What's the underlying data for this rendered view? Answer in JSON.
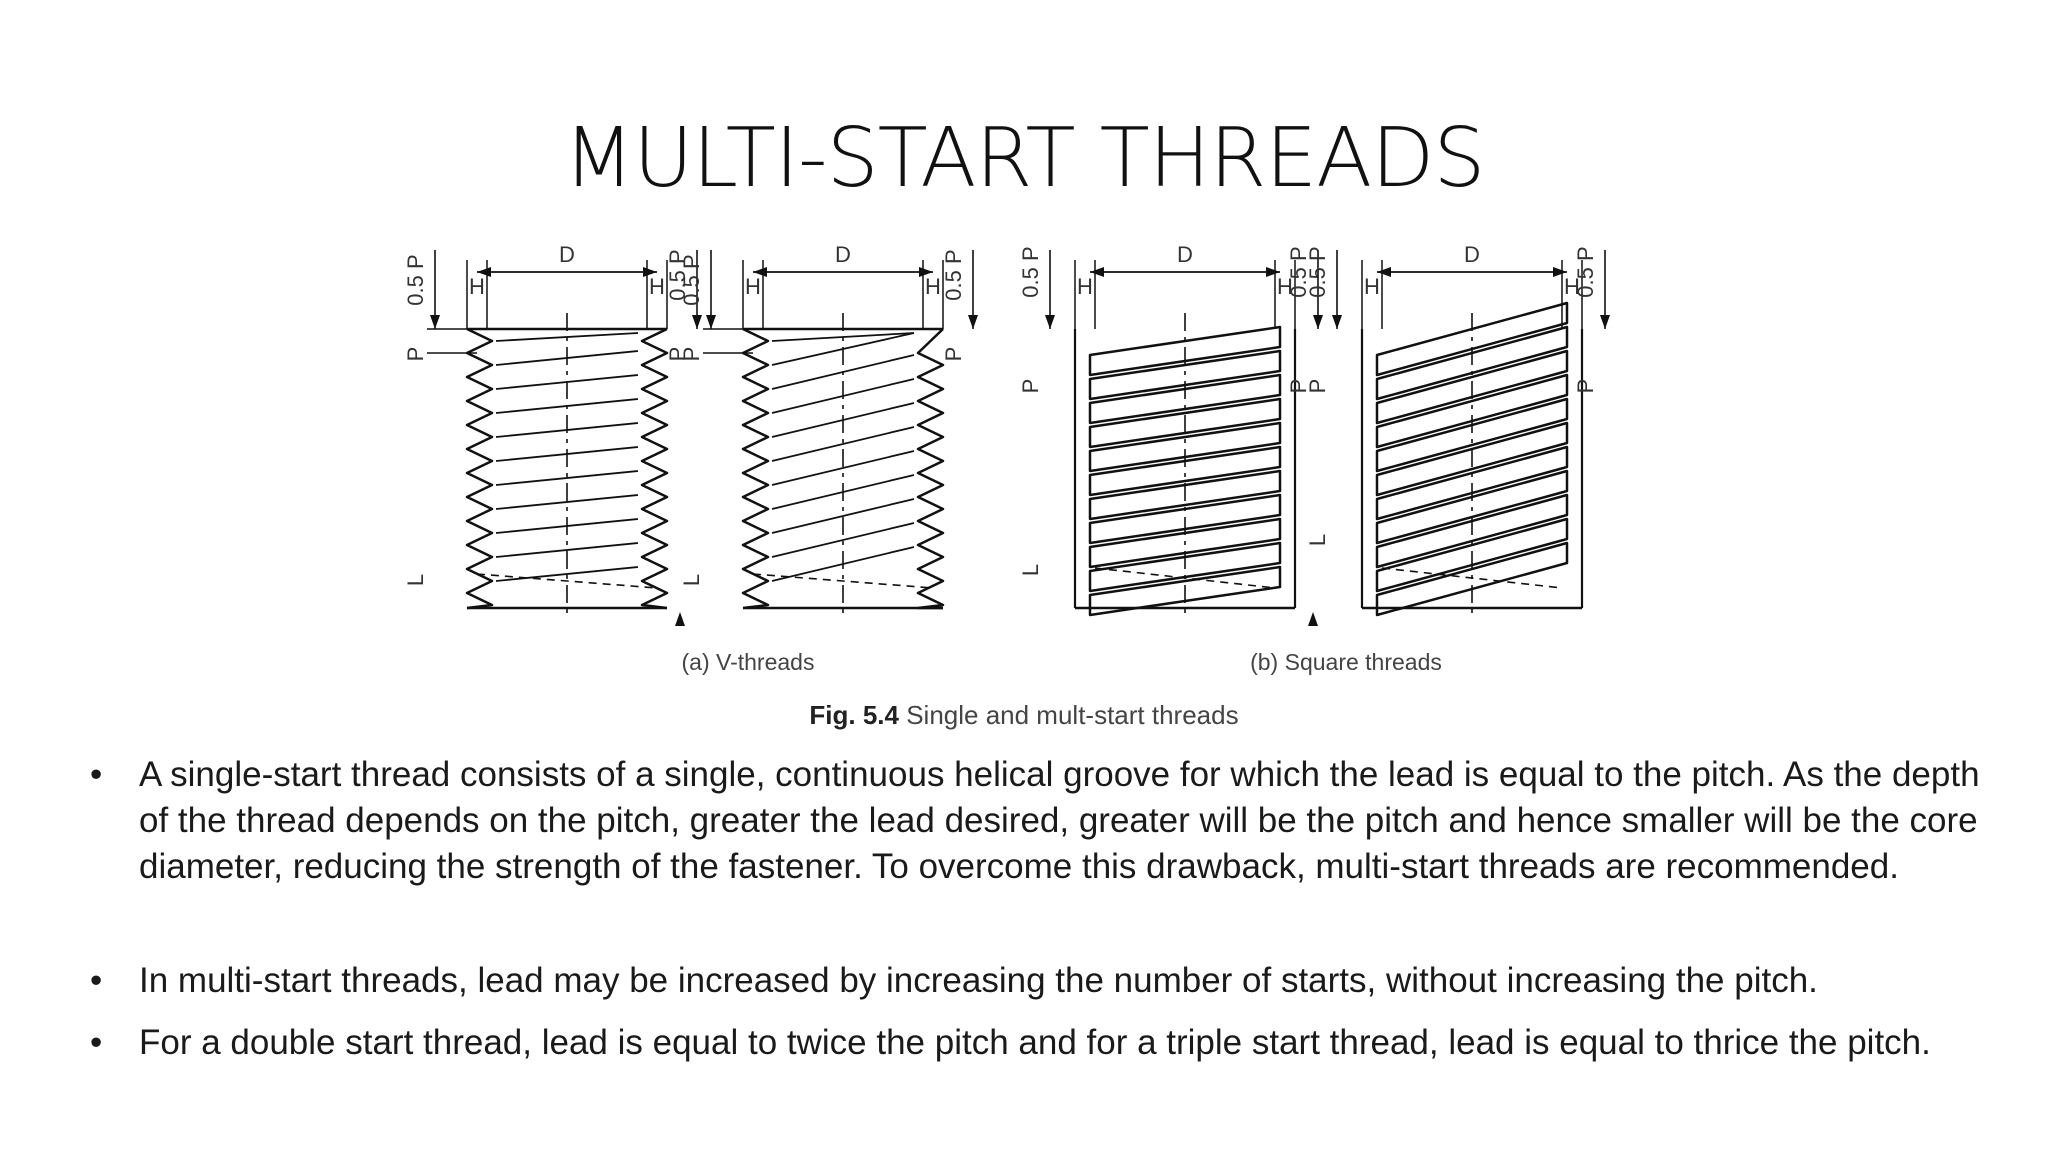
{
  "slide": {
    "title": "MULTI-START THREADS"
  },
  "figure": {
    "labels": {
      "diameter": "D",
      "thread_height": "H",
      "pitch": "P",
      "half_pitch": "0.5 P",
      "lead": "L"
    },
    "sub_captions": [
      "(a) V-threads",
      "(b) Square threads"
    ],
    "caption_bold": "Fig. 5.4",
    "caption_text": "Single and mult-start threads"
  },
  "bullets": [
    "A single-start thread consists of a single, continuous helical groove for which the lead is equal to the pitch. As the depth of the thread depends on the pitch, greater the lead desired, greater will be the pitch and hence smaller will be the core diameter, reducing the strength of the fastener. To overcome this drawback, multi-start threads are recommended.",
    "In multi-start threads, lead may be increased by increasing the number of starts, without increasing the pitch.",
    "For a double start thread, lead is equal to twice the pitch and for a triple start thread, lead is equal to thrice the pitch."
  ],
  "bullet_marker": "•"
}
